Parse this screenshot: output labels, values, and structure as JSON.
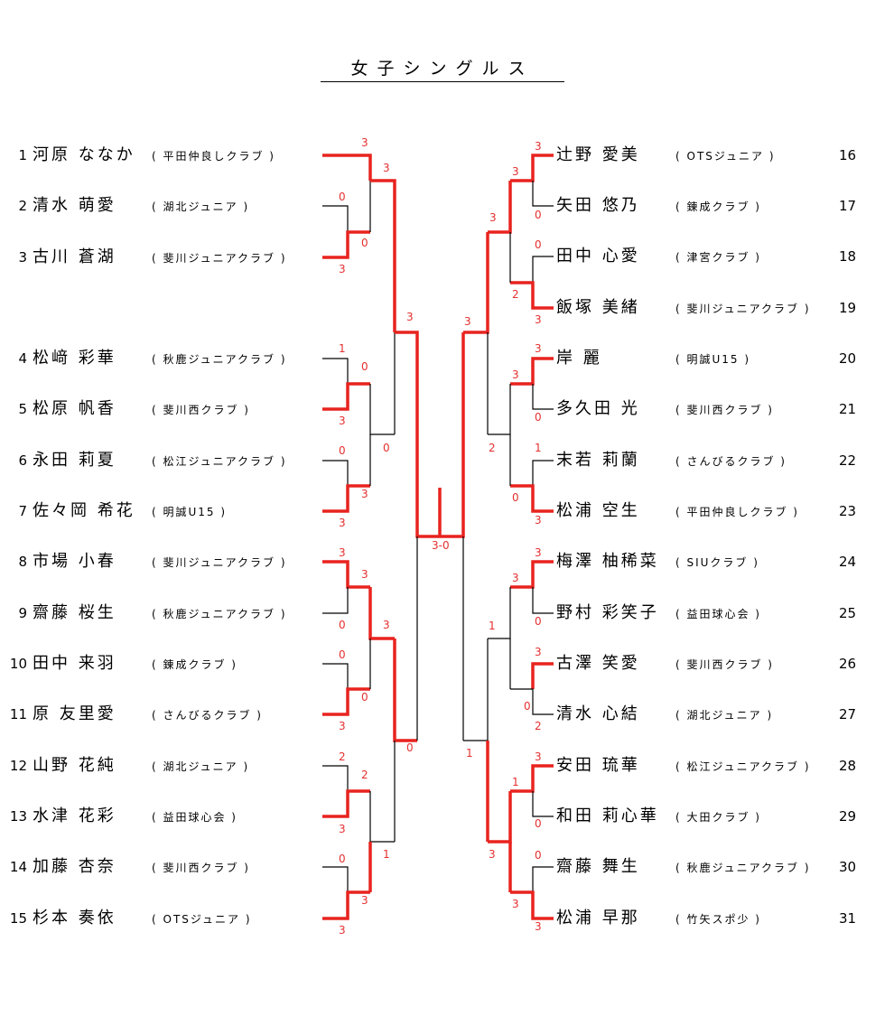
{
  "title": "女子シングルス",
  "final_score": "3-0",
  "left_players": [
    {
      "seed": "1",
      "name": "河原 ななか",
      "club": "( 平田仲良しクラブ )"
    },
    {
      "seed": "2",
      "name": "清水 萌愛",
      "club": "( 湖北ジュニア )"
    },
    {
      "seed": "3",
      "name": "古川 蒼湖",
      "club": "( 斐川ジュニアクラブ )"
    },
    {
      "seed": "4",
      "name": "松﨑 彩華",
      "club": "( 秋鹿ジュニアクラブ )"
    },
    {
      "seed": "5",
      "name": "松原 帆香",
      "club": "( 斐川西クラブ )"
    },
    {
      "seed": "6",
      "name": "永田 莉夏",
      "club": "( 松江ジュニアクラブ )"
    },
    {
      "seed": "7",
      "name": "佐々岡 希花",
      "club": "( 明誠U15 )"
    },
    {
      "seed": "8",
      "name": "市場 小春",
      "club": "( 斐川ジュニアクラブ )"
    },
    {
      "seed": "9",
      "name": "齋藤 桜生",
      "club": "( 秋鹿ジュニアクラブ )"
    },
    {
      "seed": "10",
      "name": "田中 来羽",
      "club": "( 錬成クラブ )"
    },
    {
      "seed": "11",
      "name": "原 友里愛",
      "club": "( さんびるクラブ )"
    },
    {
      "seed": "12",
      "name": "山野 花純",
      "club": "( 湖北ジュニア )"
    },
    {
      "seed": "13",
      "name": "水津 花彩",
      "club": "( 益田球心会 )"
    },
    {
      "seed": "14",
      "name": "加藤 杏奈",
      "club": "( 斐川西クラブ )"
    },
    {
      "seed": "15",
      "name": "杉本 奏依",
      "club": "( OTSジュニア )"
    }
  ],
  "right_players": [
    {
      "seed": "16",
      "name": "辻野 愛美",
      "club": "( OTSジュニア )"
    },
    {
      "seed": "17",
      "name": "矢田 悠乃",
      "club": "( 錬成クラブ )"
    },
    {
      "seed": "18",
      "name": "田中 心愛",
      "club": "( 津宮クラブ )"
    },
    {
      "seed": "19",
      "name": "飯塚 美緒",
      "club": "( 斐川ジュニアクラブ )"
    },
    {
      "seed": "20",
      "name": "岸 麗",
      "club": "( 明誠U15 )"
    },
    {
      "seed": "21",
      "name": "多久田 光",
      "club": "( 斐川西クラブ )"
    },
    {
      "seed": "22",
      "name": "末若 莉蘭",
      "club": "( さんびるクラブ )"
    },
    {
      "seed": "23",
      "name": "松浦 空生",
      "club": "( 平田仲良しクラブ )"
    },
    {
      "seed": "24",
      "name": "梅澤 柚稀菜",
      "club": "( SIUクラブ )"
    },
    {
      "seed": "25",
      "name": "野村 彩笑子",
      "club": "( 益田球心会 )"
    },
    {
      "seed": "26",
      "name": "古澤 笑愛",
      "club": "( 斐川西クラブ )"
    },
    {
      "seed": "27",
      "name": "清水 心結",
      "club": "( 湖北ジュニア )"
    },
    {
      "seed": "28",
      "name": "安田 琉華",
      "club": "( 松江ジュニアクラブ )"
    },
    {
      "seed": "29",
      "name": "和田 莉心華",
      "club": "( 大田クラブ )"
    },
    {
      "seed": "30",
      "name": "齋藤 舞生",
      "club": "( 秋鹿ジュニアクラブ )"
    },
    {
      "seed": "31",
      "name": "松浦 早那",
      "club": "( 竹矢スポ少 )"
    }
  ],
  "scores": {
    "l1": "3",
    "l_r2_1": "3",
    "l2": "0",
    "l3": "3",
    "l_r1_23": "0",
    "l_qf_top": "3",
    "l4": "1",
    "l5": "3",
    "l_r1_45_w": "0",
    "l6": "0",
    "l7": "3",
    "l_r1_67_w": "3",
    "l_r2_47": "0",
    "l8": "3",
    "l9": "0",
    "l_r1_89_w": "3",
    "l_r2_811": "3",
    "l10": "0",
    "l11": "3",
    "l_r1_1011_w": "0",
    "l_sf_bottom": "0",
    "l12": "2",
    "l13": "3",
    "l_r1_1213_w": "2",
    "l14": "0",
    "l15": "3",
    "l_r1_1415_w": "3",
    "l_r2_1215": "1",
    "r16": "3",
    "r17": "0",
    "r_r1_1617_w": "3",
    "r18": "0",
    "r19": "3",
    "r_r1_1819_w": "2",
    "r_qf_top": "3",
    "r20": "3",
    "r21": "0",
    "r_r1_2021_w": "3",
    "r22": "1",
    "r23": "3",
    "r_r1_2223_w": "0",
    "r_r2_2023": "2",
    "r_sf_top": "3",
    "r24": "3",
    "r25": "0",
    "r_r1_2425_w": "3",
    "r26": "3",
    "r27": "2",
    "r_r1_2627_w": "0",
    "r_r2_2427": "1",
    "r28": "3",
    "r29": "0",
    "r_r1_2829_w": "1",
    "r30": "0",
    "r31": "3",
    "r_r1_3031_w": "3",
    "r_r2_2831": "3",
    "r_sf_bottom": "1"
  },
  "colors": {
    "winner_line": "#e8231f",
    "score_text": "#e53030",
    "loser_line": "#000000"
  }
}
